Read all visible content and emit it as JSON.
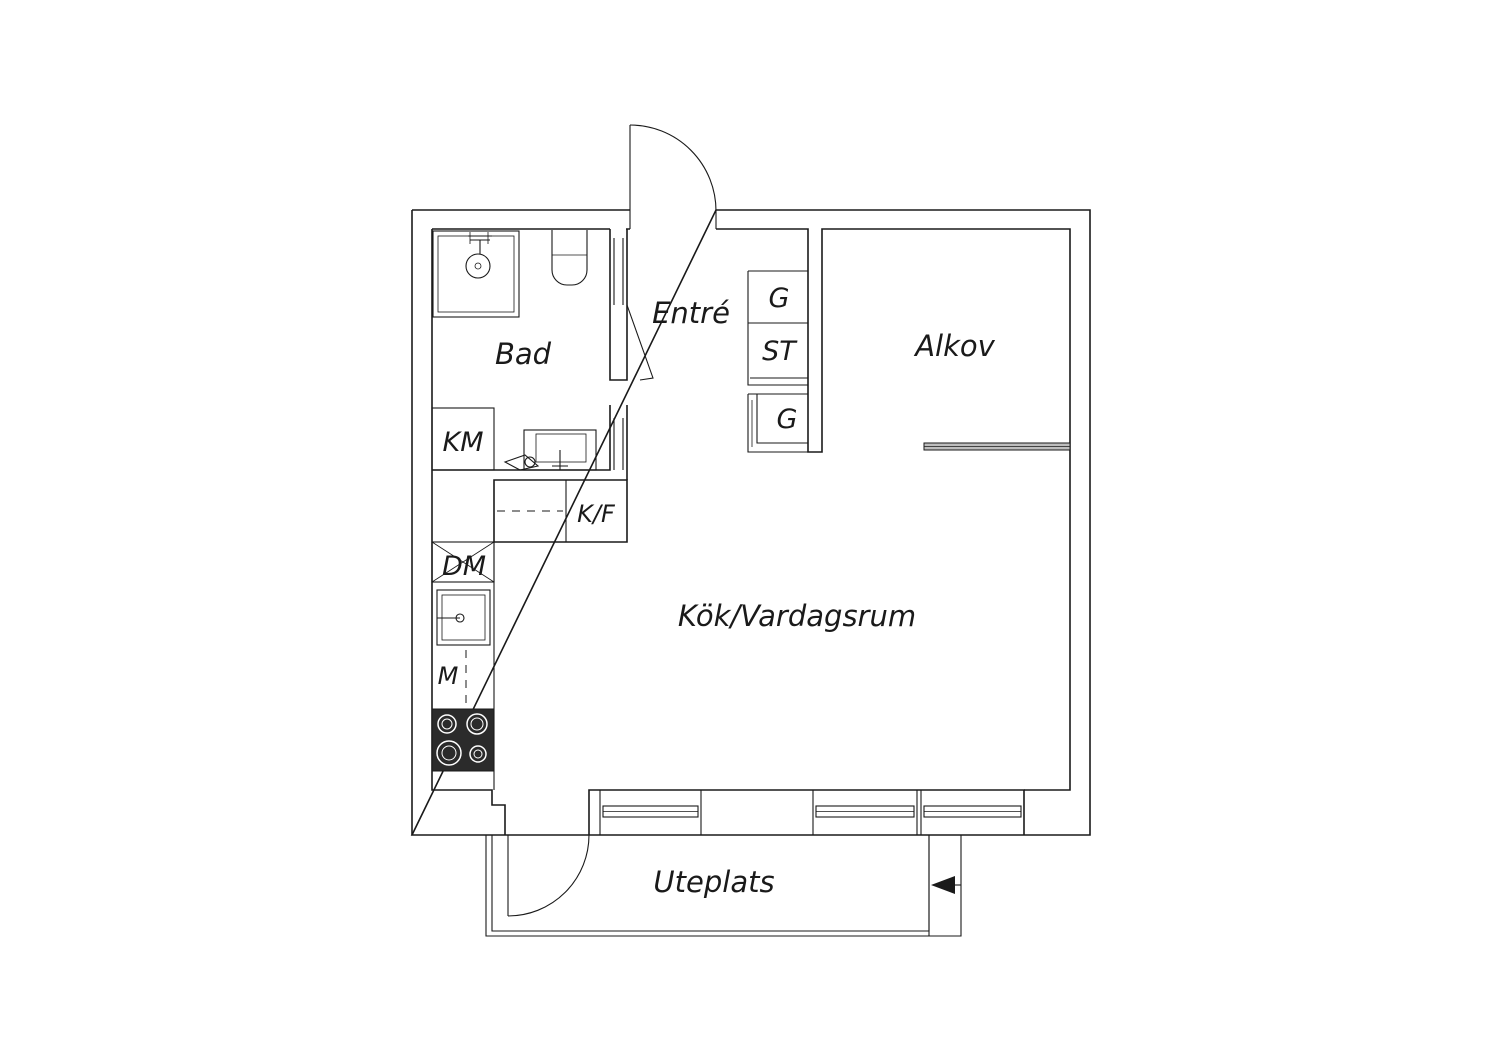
{
  "rooms": {
    "bad": "Bad",
    "entre": "Entré",
    "alkov": "Alkov",
    "kok_vardagsrum": "Kök/Vardagsrum",
    "uteplats": "Uteplats"
  },
  "fixtures": {
    "km": "KM",
    "kf": "K/F",
    "dm": "DM",
    "m": "M",
    "g_top": "G",
    "st": "ST",
    "g_bottom": "G"
  },
  "colors": {
    "line": "#1a1a1a",
    "stove": "#2b2b2b",
    "background": "#ffffff"
  }
}
